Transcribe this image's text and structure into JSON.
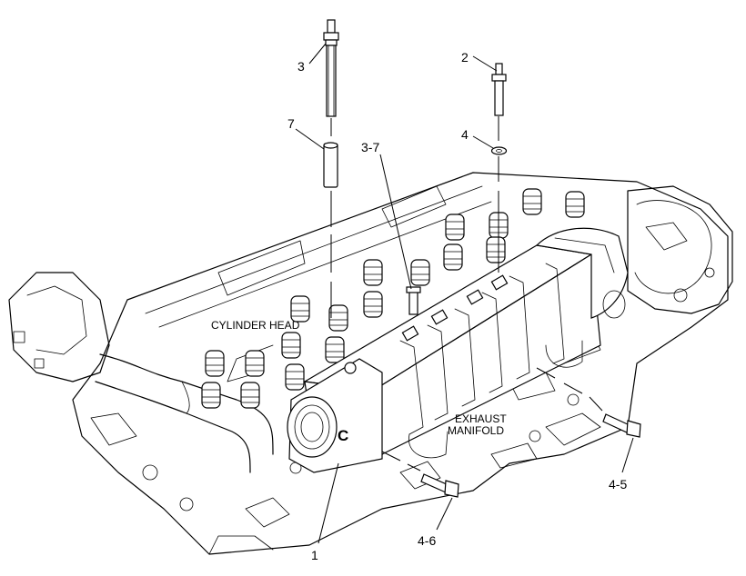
{
  "callouts": {
    "c1": "1",
    "c2": "2",
    "c3": "3",
    "c4": "4",
    "c7": "7",
    "c3_7": "3-7",
    "c4_5": "4-5",
    "c4_6": "4-6"
  },
  "labels": {
    "cylinder_head": "CYLINDER HEAD",
    "exhaust_line1": "EXHAUST",
    "exhaust_line2": "MANIFOLD",
    "marker": "C"
  }
}
